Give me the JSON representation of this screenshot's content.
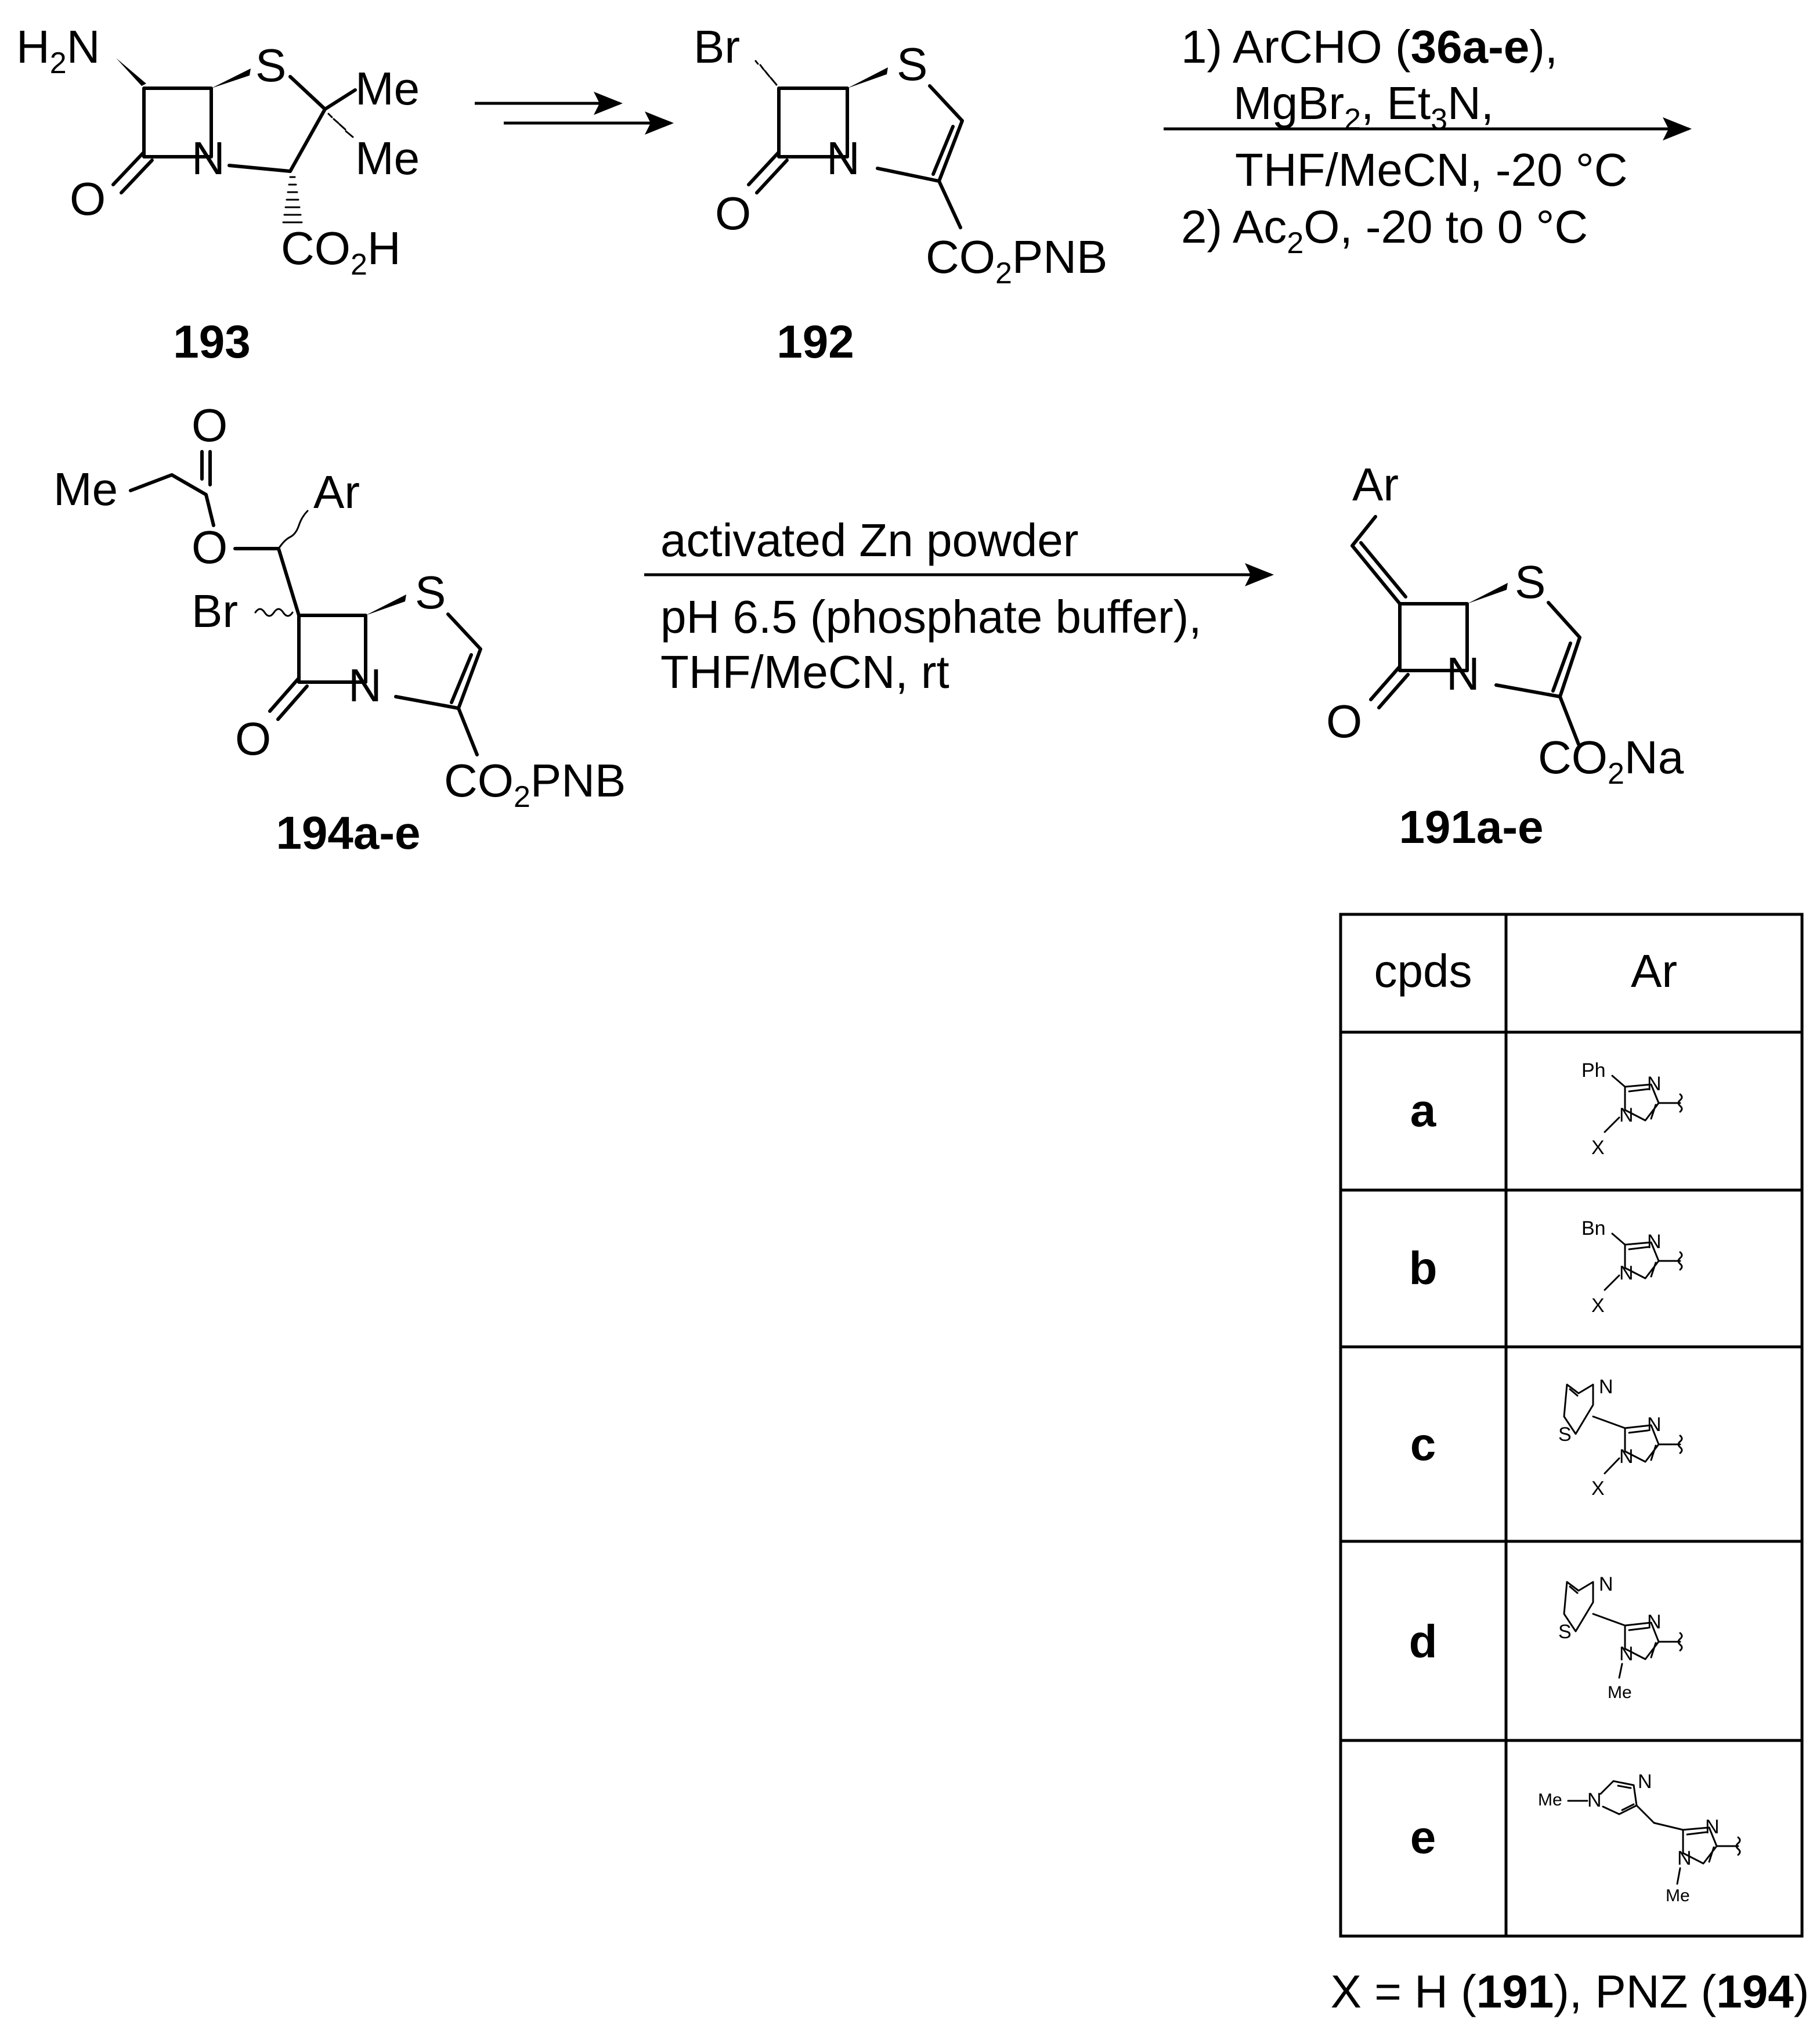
{
  "compounds": {
    "c193": {
      "label": "193",
      "h2n": "H",
      "h2n_sub": "2",
      "h2n_n": "N",
      "s": "S",
      "me1": "Me",
      "me2": "Me",
      "o": "O",
      "n": "N",
      "co2h_a": "CO",
      "co2h_sub": "2",
      "co2h_b": "H"
    },
    "c192": {
      "label": "192",
      "br": "Br",
      "s": "S",
      "o": "O",
      "n": "N",
      "ester_a": "CO",
      "ester_sub": "2",
      "ester_b": "PNB"
    },
    "c194": {
      "label": "194a-e",
      "me": "Me",
      "o_carbonyl": "O",
      "o_ester": "O",
      "ar": "Ar",
      "br": "Br",
      "s": "S",
      "o": "O",
      "n": "N",
      "ester_a": "CO",
      "ester_sub": "2",
      "ester_b": "PNB"
    },
    "c191": {
      "label": "191a-e",
      "ar": "Ar",
      "s": "S",
      "o": "O",
      "n": "N",
      "salt_a": "CO",
      "salt_sub": "2",
      "salt_b": "Na"
    }
  },
  "conditions": {
    "step2": {
      "line1_a": "1) ArCHO (",
      "line1_bold": "36a-e",
      "line1_b": "),",
      "line2_a": "MgBr",
      "line2_sub1": "2",
      "line2_b": ", Et",
      "line2_sub2": "3",
      "line2_c": "N,",
      "line3": "THF/MeCN, -20 °C",
      "line4_a": "2) Ac",
      "line4_sub": "2",
      "line4_b": "O, -20 to 0 °C"
    },
    "step3": {
      "line1": "activated Zn powder",
      "line2": "pH 6.5 (phosphate buffer),",
      "line3": "THF/MeCN, rt"
    }
  },
  "table": {
    "headers": [
      "cpds",
      "Ar"
    ],
    "rows": [
      {
        "id": "a",
        "substituent": "Ph",
        "n_label": "N",
        "n1_label": "N",
        "x_label": "X"
      },
      {
        "id": "b",
        "substituent": "Bn",
        "n_label": "N",
        "n1_label": "N",
        "x_label": "X"
      },
      {
        "id": "c",
        "ring_n": "N",
        "ring_s": "S",
        "n_label": "N",
        "n1_label": "N",
        "x_label": "X"
      },
      {
        "id": "d",
        "ring_n": "N",
        "ring_s": "S",
        "n_label": "N",
        "n1_label": "N",
        "x_label": "Me"
      },
      {
        "id": "e",
        "ring_me": "Me",
        "ring_n1": "N",
        "ring_n": "N",
        "n_label": "N",
        "n1_label": "N",
        "x_label": "Me"
      }
    ],
    "footnote": {
      "a": "X = H (",
      "b1": "191",
      "c": "), PNZ (",
      "b2": "194",
      "d": ")"
    }
  }
}
